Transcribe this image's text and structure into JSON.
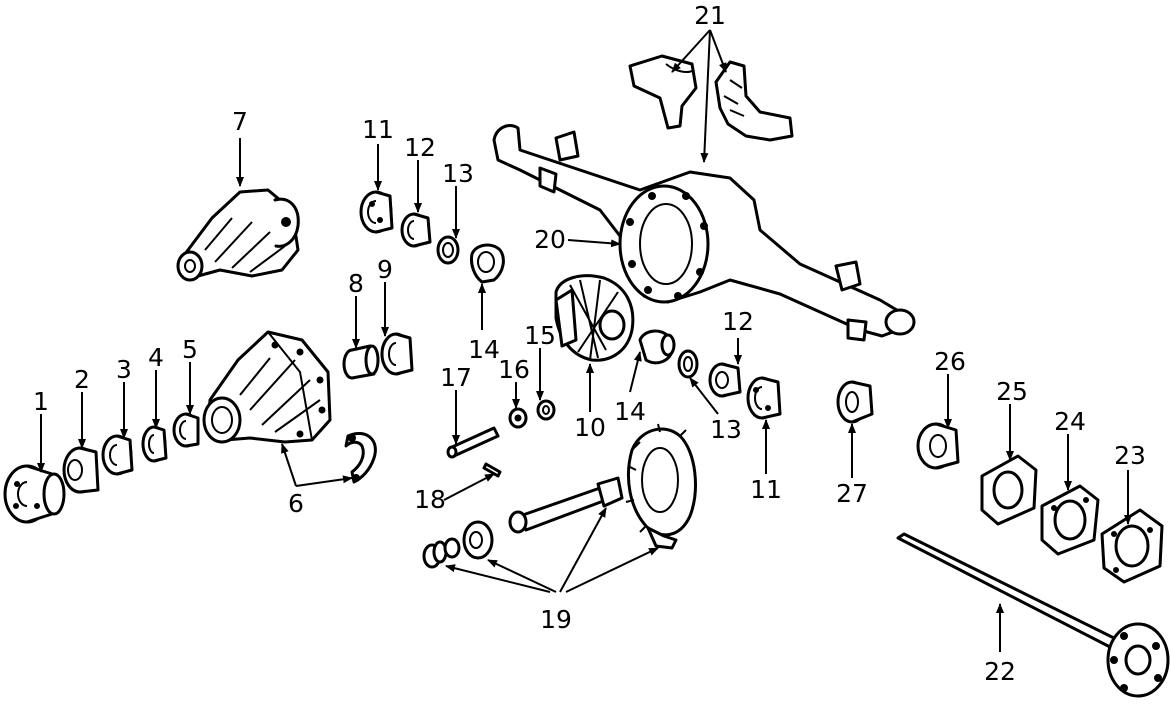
{
  "diagram": {
    "callouts": {
      "c1": "1",
      "c2": "2",
      "c3": "3",
      "c4": "4",
      "c5": "5",
      "c6": "6",
      "c7": "7",
      "c8": "8",
      "c9": "9",
      "c10": "10",
      "c11a": "11",
      "c11b": "11",
      "c12a": "12",
      "c12b": "12",
      "c13a": "13",
      "c13b": "13",
      "c14a": "14",
      "c14b": "14",
      "c15": "15",
      "c16": "16",
      "c17": "17",
      "c18": "18",
      "c19": "19",
      "c20": "20",
      "c21": "21",
      "c22": "22",
      "c23": "23",
      "c24": "24",
      "c25": "25",
      "c26": "26",
      "c27": "27"
    }
  }
}
